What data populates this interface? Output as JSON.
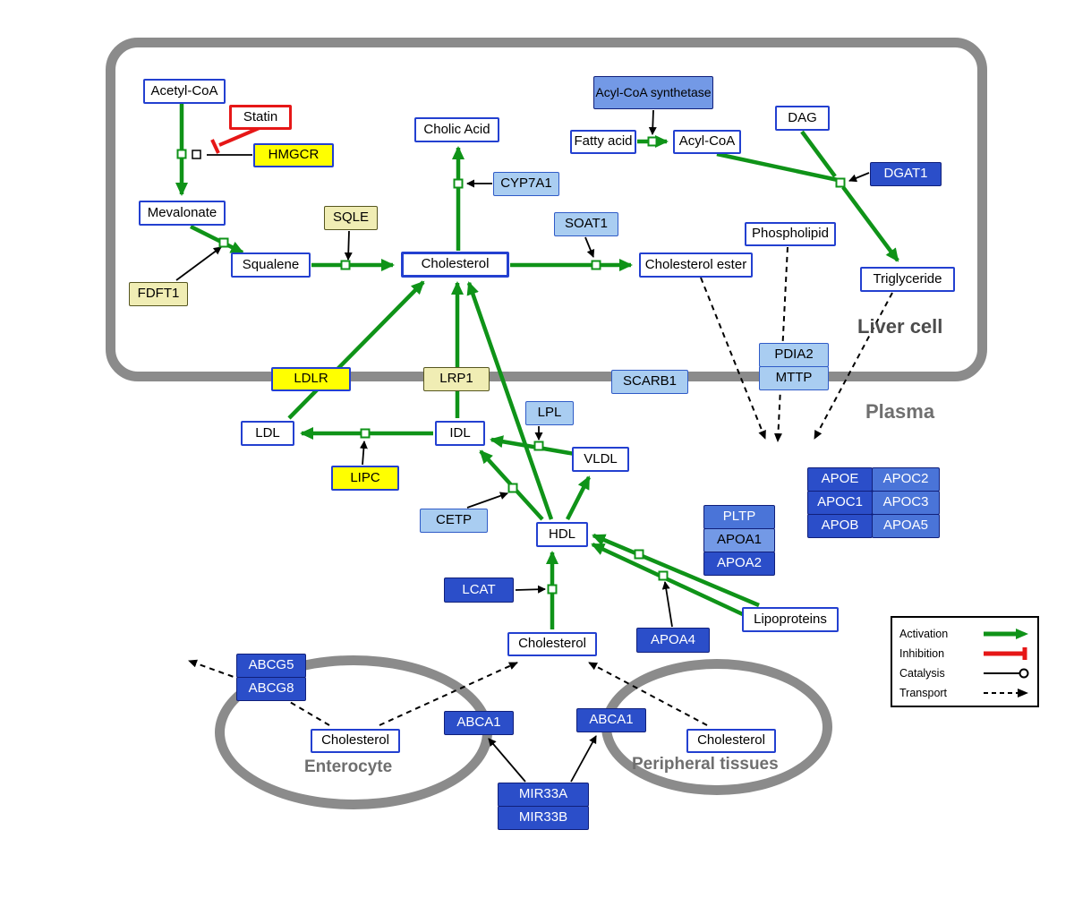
{
  "regions": {
    "liver_label": "Liver cell",
    "plasma_label": "Plasma",
    "enterocyte_label": "Enterocyte",
    "peripheral_label": "Peripheral tissues"
  },
  "legend": {
    "activation": "Activation",
    "inhibition": "Inhibition",
    "catalysis": "Catalysis",
    "transport": "Transport"
  },
  "nodes": {
    "acetyl_coa": "Acetyl-CoA",
    "statin": "Statin",
    "hmgcr": "HMGCR",
    "mevalonate": "Mevalonate",
    "fdft1": "FDFT1",
    "sqle": "SQLE",
    "squalene": "Squalene",
    "cholesterol_liver": "Cholesterol",
    "cholic_acid": "Cholic Acid",
    "cyp7a1": "CYP7A1",
    "soat1": "SOAT1",
    "cholesterol_ester": "Cholesterol ester",
    "acyl_coa_synthetase": "Acyl-CoA synthetase",
    "fatty_acid": "Fatty acid",
    "acyl_coa": "Acyl-CoA",
    "dag": "DAG",
    "dgat1": "DGAT1",
    "phospholipid": "Phospholipid",
    "triglyceride": "Triglyceride",
    "ldlr": "LDLR",
    "lrp1": "LRP1",
    "scarb1": "SCARB1",
    "pdia2": "PDIA2",
    "mttp": "MTTP",
    "ldl": "LDL",
    "idl": "IDL",
    "lpl": "LPL",
    "vldl": "VLDL",
    "lipc": "LIPC",
    "cetp": "CETP",
    "hdl": "HDL",
    "lcat": "LCAT",
    "apoa4": "APOA4",
    "lipoproteins": "Lipoproteins",
    "pltp": "PLTP",
    "apoa1": "APOA1",
    "apoa2": "APOA2",
    "apoe": "APOE",
    "apoc2": "APOC2",
    "apoc1": "APOC1",
    "apoc3": "APOC3",
    "apob": "APOB",
    "apoa5": "APOA5",
    "cholesterol_plasma": "Cholesterol",
    "abcg5": "ABCG5",
    "abcg8": "ABCG8",
    "cholesterol_enterocyte": "Cholesterol",
    "abca1_left": "ABCA1",
    "abca1_right": "ABCA1",
    "cholesterol_peripheral": "Cholesterol",
    "mir33a": "MIR33A",
    "mir33b": "MIR33B"
  },
  "colors": {
    "activation_green": "#0f9318",
    "inhibition_red": "#e61717",
    "metabolite_border_blue": "#2340d0",
    "gene_yellow": "#ffff00",
    "gene_cream": "#f0edb4",
    "gene_light_blue": "#a9cdf1",
    "gene_blue_dark": "#2b4ec9",
    "gene_blue_mid": "#4a74d8",
    "gene_blue_light": "#7399e6",
    "membrane_gray": "#8b8b8b"
  }
}
